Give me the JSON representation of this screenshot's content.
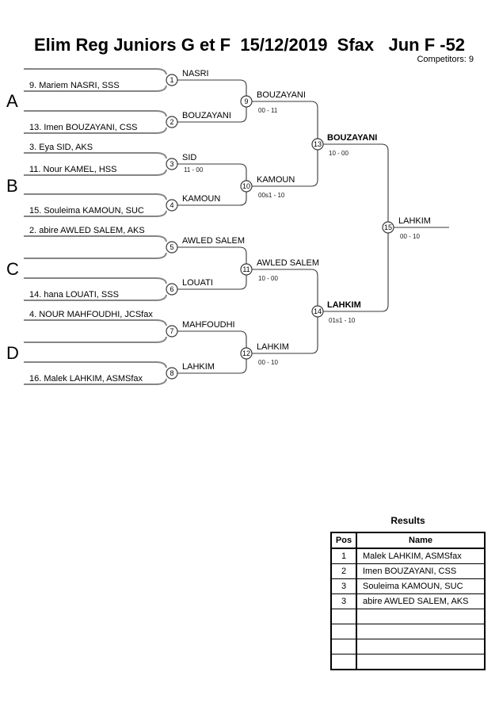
{
  "header": {
    "title": "Elim Reg Juniors G et F  15/12/2019  Sfax   Jun F -52",
    "competitors": "Competitors: 9"
  },
  "sections": {
    "a": "A",
    "b": "B",
    "c": "C",
    "d": "D"
  },
  "players": {
    "p1b": "9. Mariem NASRI, SSS",
    "p2b": "13. Imen BOUZAYANI, CSS",
    "p3a": "3. Eya SID, AKS",
    "p3b": "11. Nour KAMEL, HSS",
    "p4b": "15. Souleima KAMOUN, SUC",
    "p5a": "2. abire AWLED SALEM, AKS",
    "p6b": "14. hana LOUATI, SSS",
    "p7a": "4. NOUR MAHFOUDHI, JCSfax",
    "p8b": "16. Malek LAHKIM, ASMSfax"
  },
  "matches": {
    "m1": {
      "n": "1",
      "w": "NASRI",
      "s": ""
    },
    "m2": {
      "n": "2",
      "w": "BOUZAYANI",
      "s": ""
    },
    "m3": {
      "n": "3",
      "w": "SID",
      "s": "11 - 00"
    },
    "m4": {
      "n": "4",
      "w": "KAMOUN",
      "s": ""
    },
    "m5": {
      "n": "5",
      "w": "AWLED SALEM",
      "s": ""
    },
    "m6": {
      "n": "6",
      "w": "LOUATI",
      "s": ""
    },
    "m7": {
      "n": "7",
      "w": "MAHFOUDHI",
      "s": ""
    },
    "m8": {
      "n": "8",
      "w": "LAHKIM",
      "s": ""
    },
    "m9": {
      "n": "9",
      "w": "BOUZAYANI",
      "s": "00 - 11"
    },
    "m10": {
      "n": "10",
      "w": "KAMOUN",
      "s": "00s1 - 10"
    },
    "m11": {
      "n": "11",
      "w": "AWLED SALEM",
      "s": "10 - 00"
    },
    "m12": {
      "n": "12",
      "w": "LAHKIM",
      "s": "00 - 10"
    },
    "m13": {
      "n": "13",
      "w": "BOUZAYANI",
      "s": "10 - 00"
    },
    "m14": {
      "n": "14",
      "w": "LAHKIM",
      "s": "01s1 - 10"
    },
    "m15": {
      "n": "15",
      "w": "LAHKIM",
      "s": "00 - 10"
    }
  },
  "results": {
    "title": "Results",
    "col_pos": "Pos",
    "col_name": "Name",
    "rows": [
      {
        "pos": "1",
        "name": "Malek LAHKIM, ASMSfax"
      },
      {
        "pos": "2",
        "name": "Imen BOUZAYANI, CSS"
      },
      {
        "pos": "3",
        "name": "Souleima KAMOUN, SUC"
      },
      {
        "pos": "3",
        "name": "abire AWLED SALEM, AKS"
      },
      {
        "pos": "",
        "name": ""
      },
      {
        "pos": "",
        "name": ""
      },
      {
        "pos": "",
        "name": ""
      },
      {
        "pos": "",
        "name": ""
      }
    ]
  },
  "colors": {
    "feeder_line": "#858585",
    "connector_line": "#3a3a3a",
    "text": "#000000",
    "background": "#ffffff"
  }
}
